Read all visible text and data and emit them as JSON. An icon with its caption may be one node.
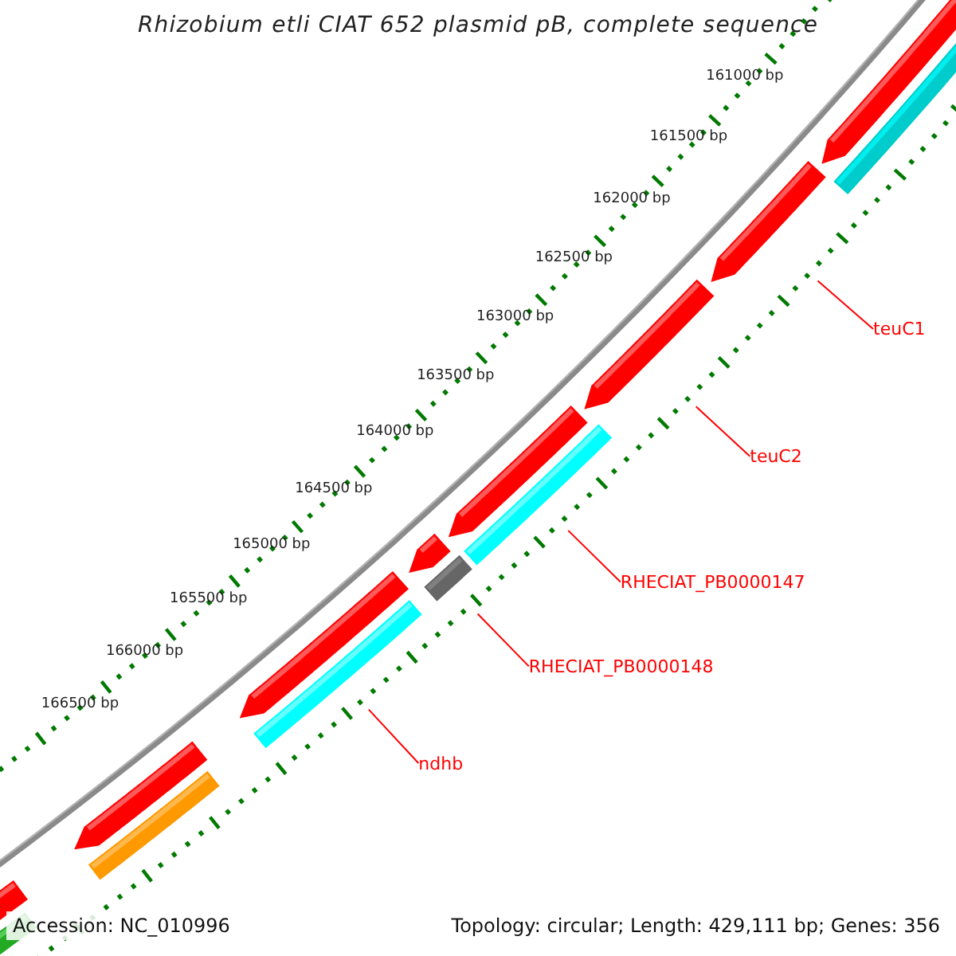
{
  "diagram": {
    "title": "Rhizobium etli CIAT 652 plasmid pB, complete sequence",
    "nodes": [
      {
        "text": [
          "teuC1"
        ]
      },
      {
        "text": [
          "teuC2"
        ]
      },
      {
        "text": [
          "RHECIAT_PB0000147"
        ]
      },
      {
        "text": [
          "RHECIAT_PB0000148"
        ]
      },
      {
        "text": [
          "ndhb"
        ]
      }
    ],
    "edges": [
      {
        "from": 0,
        "to": null,
        "arrow": "none"
      },
      {
        "from": 1,
        "to": null,
        "arrow": "none"
      },
      {
        "from": 2,
        "to": null,
        "arrow": "none"
      },
      {
        "from": 3,
        "to": null,
        "arrow": "none"
      },
      {
        "from": 4,
        "to": null,
        "arrow": "none"
      }
    ],
    "labels": [
      "161000 bp",
      "161500 bp",
      "162000 bp",
      "162500 bp",
      "163000 bp",
      "163500 bp",
      "164000 bp",
      "164500 bp",
      "165000 bp",
      "165500 bp",
      "166000 bp",
      "166500 bp",
      "Accession: NC_010996",
      "Topology: circular; Length: 429,111 bp; Genes: 356"
    ]
  }
}
